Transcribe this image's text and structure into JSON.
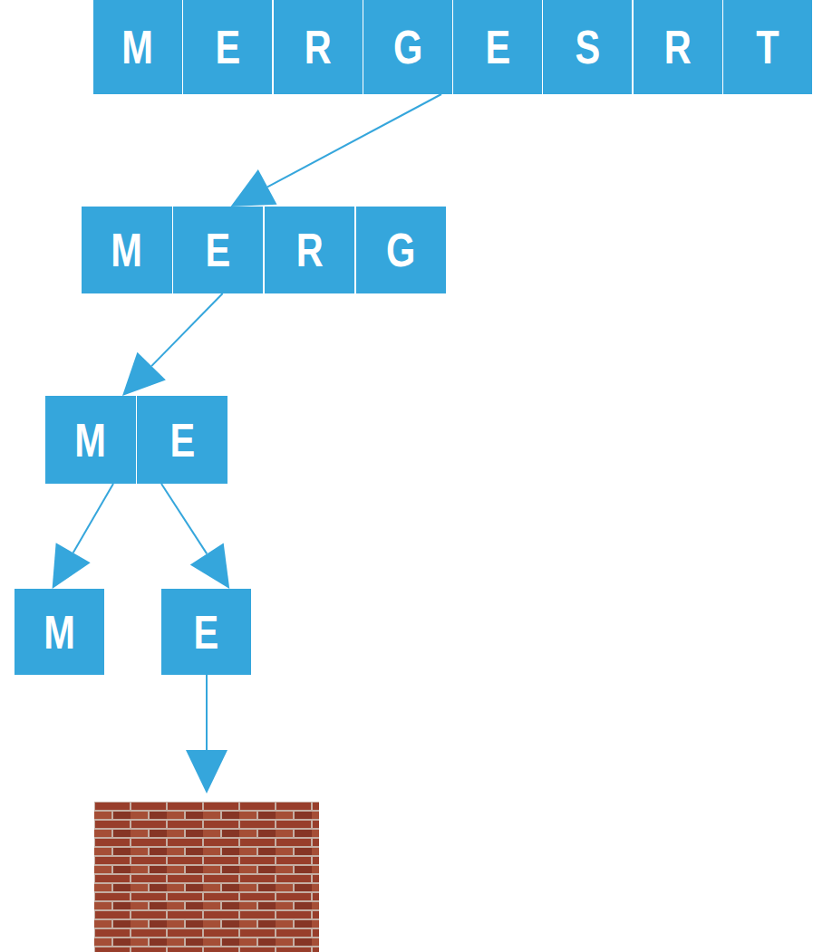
{
  "diagram": {
    "nodes": [
      {
        "text": [
          "M"
        ]
      },
      {
        "text": [
          "E"
        ]
      },
      {
        "text": [
          "R"
        ]
      },
      {
        "text": [
          "G"
        ]
      },
      {
        "text": [
          "E"
        ]
      },
      {
        "text": [
          "S"
        ]
      },
      {
        "text": [
          "R"
        ]
      },
      {
        "text": [
          "T"
        ]
      },
      {
        "text": [
          "M"
        ]
      },
      {
        "text": [
          "E"
        ]
      },
      {
        "text": [
          "R"
        ]
      },
      {
        "text": [
          "G"
        ]
      },
      {
        "text": [
          "M"
        ]
      },
      {
        "text": [
          "E"
        ]
      },
      {
        "text": [
          "M"
        ]
      },
      {
        "text": [
          "E"
        ]
      }
    ],
    "edges": [
      {
        "from": 3,
        "to": 9,
        "arrow": "to"
      },
      {
        "from": 9,
        "to": 12,
        "arrow": "to"
      },
      {
        "from": 12,
        "to": 14,
        "arrow": "to"
      },
      {
        "from": 13,
        "to": 15,
        "arrow": "to"
      }
    ]
  }
}
